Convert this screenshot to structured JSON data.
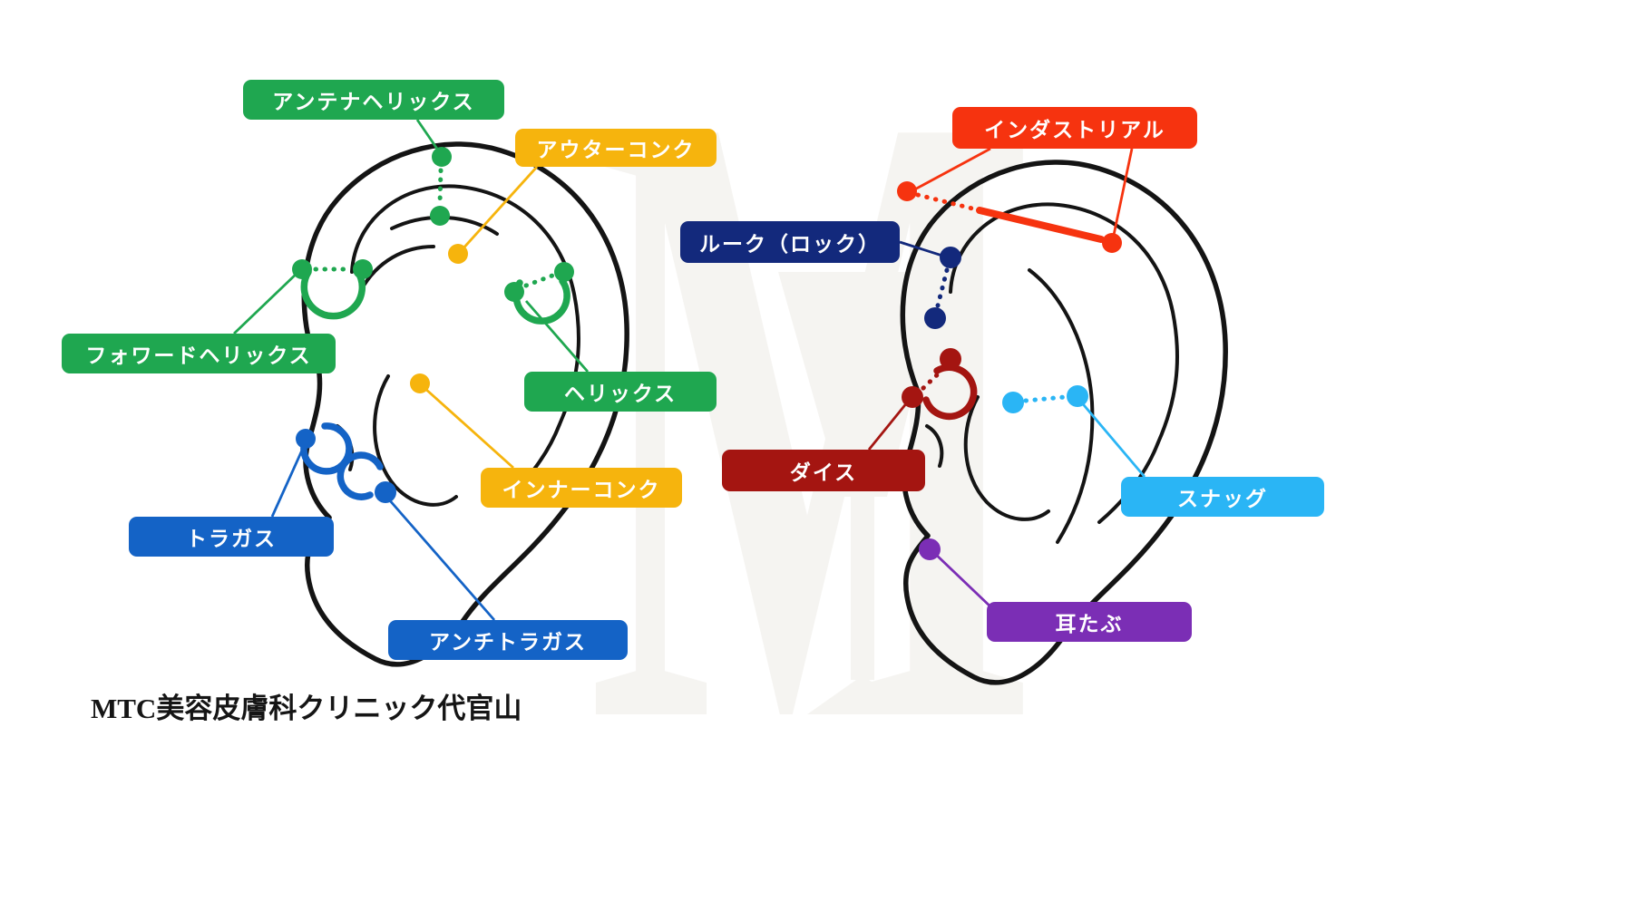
{
  "colors": {
    "green": "#1FA750",
    "yellow": "#F6B40D",
    "blue": "#1463C6",
    "red": "#F6330F",
    "navy": "#13297C",
    "darkred": "#A41511",
    "cyan": "#2AB5F5",
    "purple": "#7B2EB5",
    "ink": "#141414"
  },
  "watermark_letter": "M",
  "piercings": {
    "antenna_helix": {
      "label": "アンテナヘリックス",
      "color": "green",
      "ear": "left"
    },
    "outer_conch": {
      "label": "アウターコンク",
      "color": "yellow",
      "ear": "left"
    },
    "forward_helix": {
      "label": "フォワードヘリックス",
      "color": "green",
      "ear": "left"
    },
    "helix": {
      "label": "ヘリックス",
      "color": "green",
      "ear": "left"
    },
    "inner_conch": {
      "label": "インナーコンク",
      "color": "yellow",
      "ear": "left"
    },
    "tragus": {
      "label": "トラガス",
      "color": "blue",
      "ear": "left"
    },
    "anti_tragus": {
      "label": "アンチトラガス",
      "color": "blue",
      "ear": "left"
    },
    "industrial": {
      "label": "インダストリアル",
      "color": "red",
      "ear": "right"
    },
    "rook": {
      "label": "ルーク（ロック）",
      "color": "navy",
      "ear": "right"
    },
    "daith": {
      "label": "ダイス",
      "color": "darkred",
      "ear": "right"
    },
    "snug": {
      "label": "スナッグ",
      "color": "cyan",
      "ear": "right"
    },
    "earlobe": {
      "label": "耳たぶ",
      "color": "purple",
      "ear": "right"
    }
  },
  "footer": {
    "clinic_name": "MTC美容皮膚科クリニック代官山"
  }
}
